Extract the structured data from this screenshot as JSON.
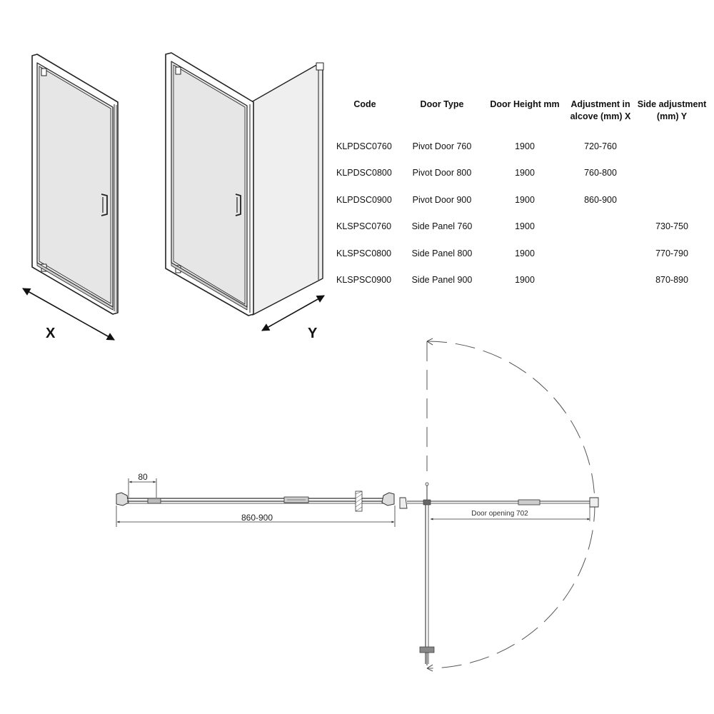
{
  "axis_labels": {
    "x": "X",
    "y": "Y"
  },
  "table": {
    "headers": [
      {
        "line1": "Code",
        "line2": ""
      },
      {
        "line1": "Door Type",
        "line2": ""
      },
      {
        "line1": "Door Height mm",
        "line2": ""
      },
      {
        "line1": "Adjustment in",
        "line2": "alcove (mm) X"
      },
      {
        "line1": "Side adjustment",
        "line2": "(mm) Y"
      }
    ],
    "rows": [
      {
        "code": "KLPDSC0760",
        "type": "Pivot Door 760",
        "height": "1900",
        "adj_x": "720-760",
        "adj_y": ""
      },
      {
        "code": "KLPDSC0800",
        "type": "Pivot Door 800",
        "height": "1900",
        "adj_x": "760-800",
        "adj_y": ""
      },
      {
        "code": "KLPDSC0900",
        "type": "Pivot Door 900",
        "height": "1900",
        "adj_x": "860-900",
        "adj_y": ""
      },
      {
        "code": "KLSPSC0760",
        "type": "Side Panel 760",
        "height": "1900",
        "adj_x": "",
        "adj_y": "730-750"
      },
      {
        "code": "KLSPSC0800",
        "type": "Side Panel 800",
        "height": "1900",
        "adj_x": "",
        "adj_y": "770-790"
      },
      {
        "code": "KLSPSC0900",
        "type": "Side Panel 900",
        "height": "1900",
        "adj_x": "",
        "adj_y": "870-890"
      }
    ]
  },
  "plan_dimensions": {
    "offset": "80",
    "width": "860-900",
    "door_opening": "Door opening 702"
  }
}
